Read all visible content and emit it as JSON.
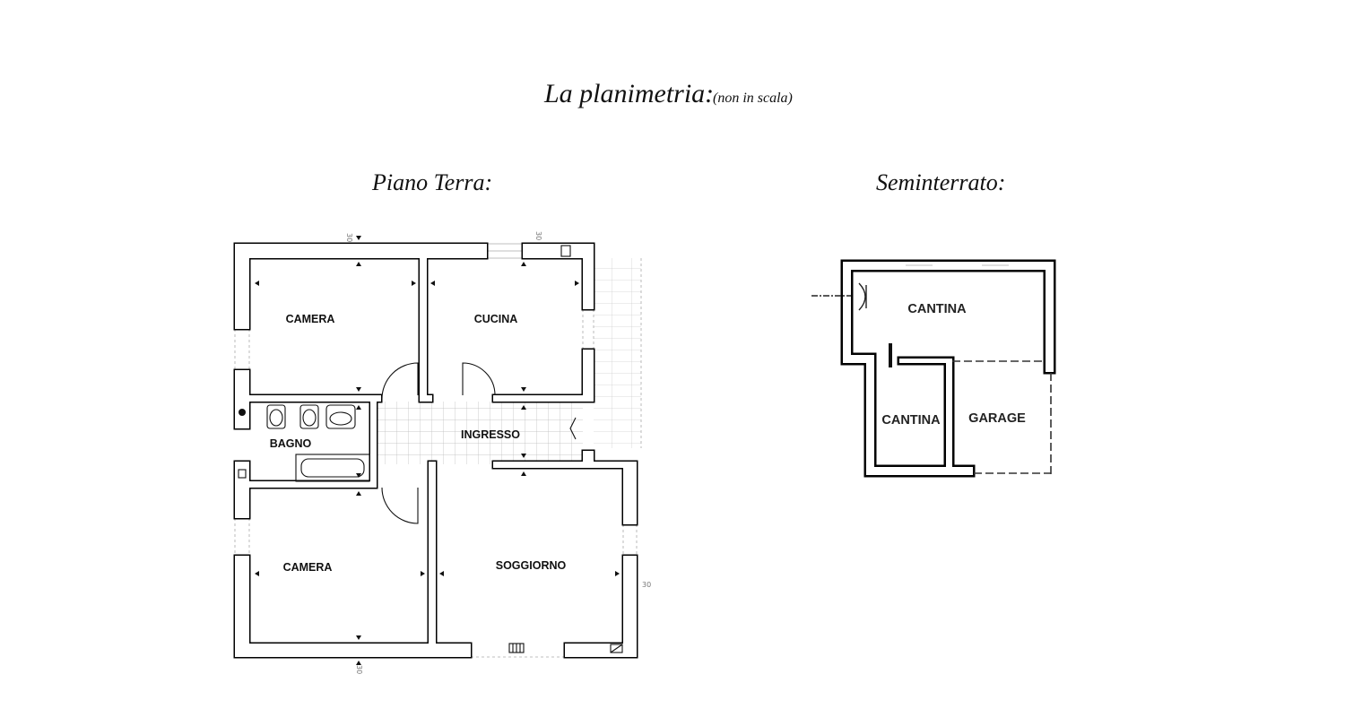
{
  "page": {
    "title": "La planimetria:",
    "subtitle": "(non in scala)"
  },
  "ground_floor": {
    "heading": "Piano Terra:",
    "rooms": {
      "camera_top": "CAMERA",
      "cucina": "CUCINA",
      "bagno": "BAGNO",
      "ingresso": "INGRESSO",
      "camera_bottom": "CAMERA",
      "soggiorno": "SOGGIORNO"
    },
    "dimensions": [
      "30",
      "30",
      "30",
      "30"
    ]
  },
  "basement": {
    "heading": "Seminterrato:",
    "rooms": {
      "cantina_top": "CANTINA",
      "cantina_bottom": "CANTINA",
      "garage": "GARAGE"
    }
  },
  "colors": {
    "background": "#ffffff",
    "wall": "#000000",
    "text": "#111111"
  }
}
